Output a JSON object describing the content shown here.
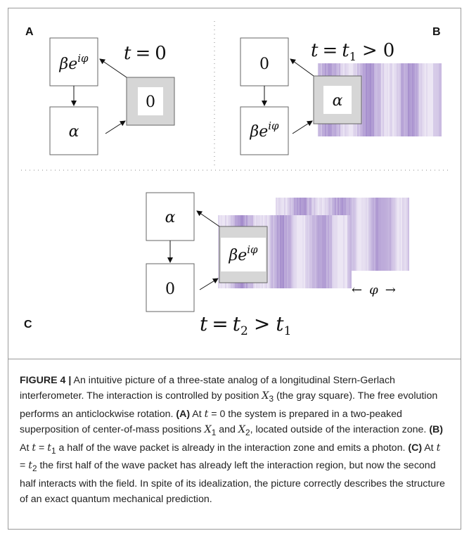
{
  "figure": {
    "panels": {
      "A": {
        "letter": "A",
        "time": "t = 0",
        "box_top": "βe^{iφ}",
        "box_bottom": "α",
        "box_gray": "0"
      },
      "B": {
        "letter": "B",
        "time": "t = t₁ > 0",
        "box_top": "0",
        "box_bottom": "βe^{iφ}",
        "box_gray": "α"
      },
      "C": {
        "letter": "C",
        "time": "t = t₂ > t₁",
        "box_top": "α",
        "box_bottom": "0",
        "box_gray": "βe^{iφ}",
        "phase_label": "← φ →"
      }
    },
    "colors": {
      "gray_box": "#d6d6d6",
      "wave_purple": "#a48ccc",
      "wave_light": "#ece6f4",
      "frame": "#9a9a9a"
    }
  },
  "caption": {
    "label": "FIGURE 4 |",
    "text1": " An intuitive picture of a three-state analog of a longitudinal Stern-Gerlach interferometer. The interaction is controlled by position ",
    "x3": "X",
    "x3_sub": "3",
    "text2": " (the gray square). The free evolution performs an anticlockwise rotation. ",
    "a_label": "(A)",
    "a_text1": " At ",
    "a_t": "t",
    "a_text2": " = 0 the system is prepared in a two-peaked superposition of center-of-mass positions ",
    "x1": "X",
    "x1_sub": "1",
    "a_and": " and ",
    "x2": "X",
    "x2_sub": "2",
    "a_text3": ", located outside of the interaction zone. ",
    "b_label": "(B)",
    "b_text1": " At ",
    "b_t": "t",
    "b_eq": " = ",
    "b_t1": "t",
    "b_t1_sub": "1",
    "b_text2": " a half of the wave packet is already in the interaction zone and emits a photon. ",
    "c_label": "(C)",
    "c_text1": " At ",
    "c_t": "t",
    "c_eq": " = ",
    "c_t2": "t",
    "c_t2_sub": "2",
    "c_text2": " the first half of the wave packet has already left the interaction region, but now the second half interacts with the field. In spite of its idealization, the picture correctly describes the structure of an exact quantum mechanical prediction."
  }
}
